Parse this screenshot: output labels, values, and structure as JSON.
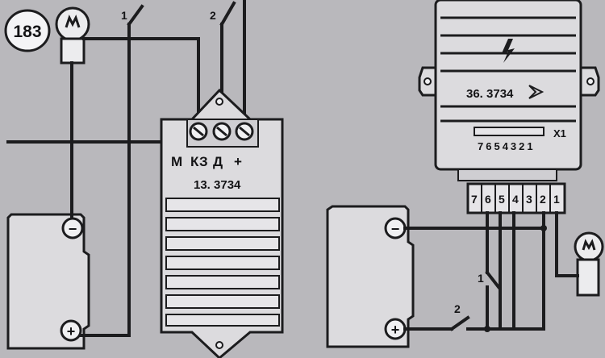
{
  "figure_number": "183",
  "left": {
    "switch_1_label": "1",
    "switch_2_label": "2",
    "regulator_model": "13. 3734",
    "terminals": [
      "М",
      "КЗ",
      "Д",
      "+"
    ]
  },
  "right": {
    "regulator_model": "36. 3734",
    "connector_name": "X1",
    "connector_pins": "7654321",
    "pins": [
      "7",
      "6",
      "5",
      "4",
      "3",
      "2",
      "1"
    ],
    "switch_1_label": "1",
    "switch_2_label": "2"
  },
  "battery_minus_symbol": "−",
  "battery_plus_symbol": "+",
  "icons": [
    "lamp-icon",
    "battery-icon",
    "lightning-icon",
    "switch-icon",
    "screw-terminal-icon"
  ],
  "colors": {
    "paper": "#b9b8bc",
    "ink": "#1c1c1e",
    "panel": "#dcdbde"
  }
}
